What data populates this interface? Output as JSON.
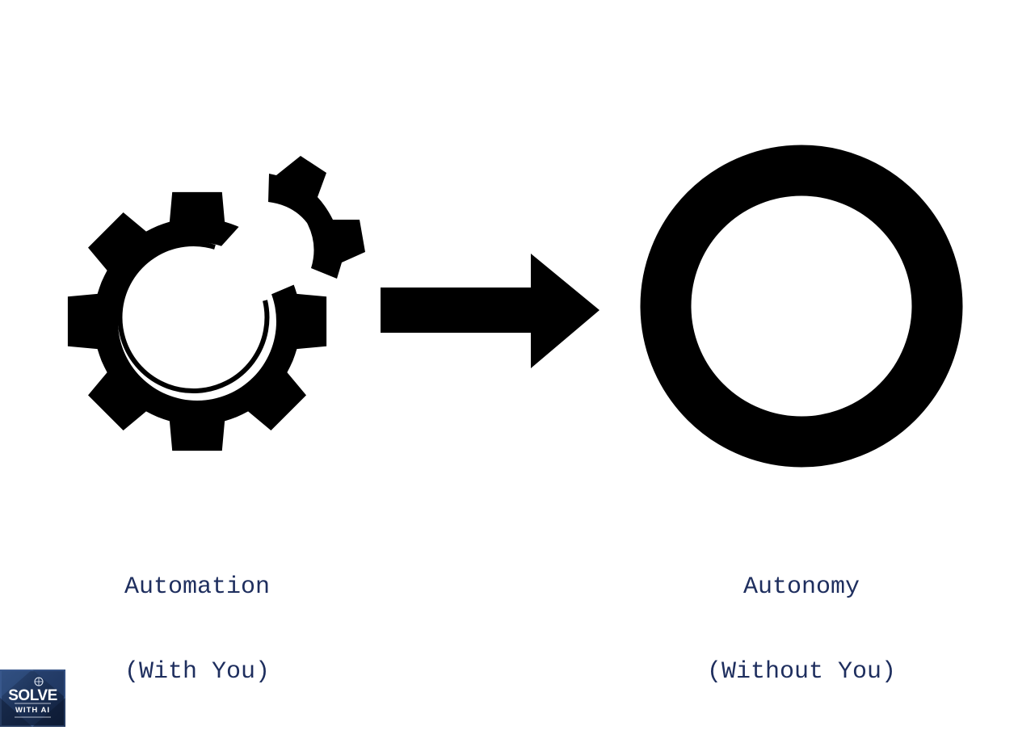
{
  "left_item": {
    "icon": "broken-gear-icon",
    "caption_line1": "Automation",
    "caption_line2": "(With You)"
  },
  "connector": {
    "icon": "arrow-right-icon"
  },
  "right_item": {
    "icon": "ring-icon",
    "caption_line1": "Autonomy",
    "caption_line2": "(Without You)"
  },
  "logo": {
    "line1": "SOLVE",
    "line2": "WITH AI"
  },
  "colors": {
    "shape": "#000000",
    "caption_text": "#1e2e5e",
    "background": "#ffffff",
    "logo_bg": "#1a2e52"
  }
}
